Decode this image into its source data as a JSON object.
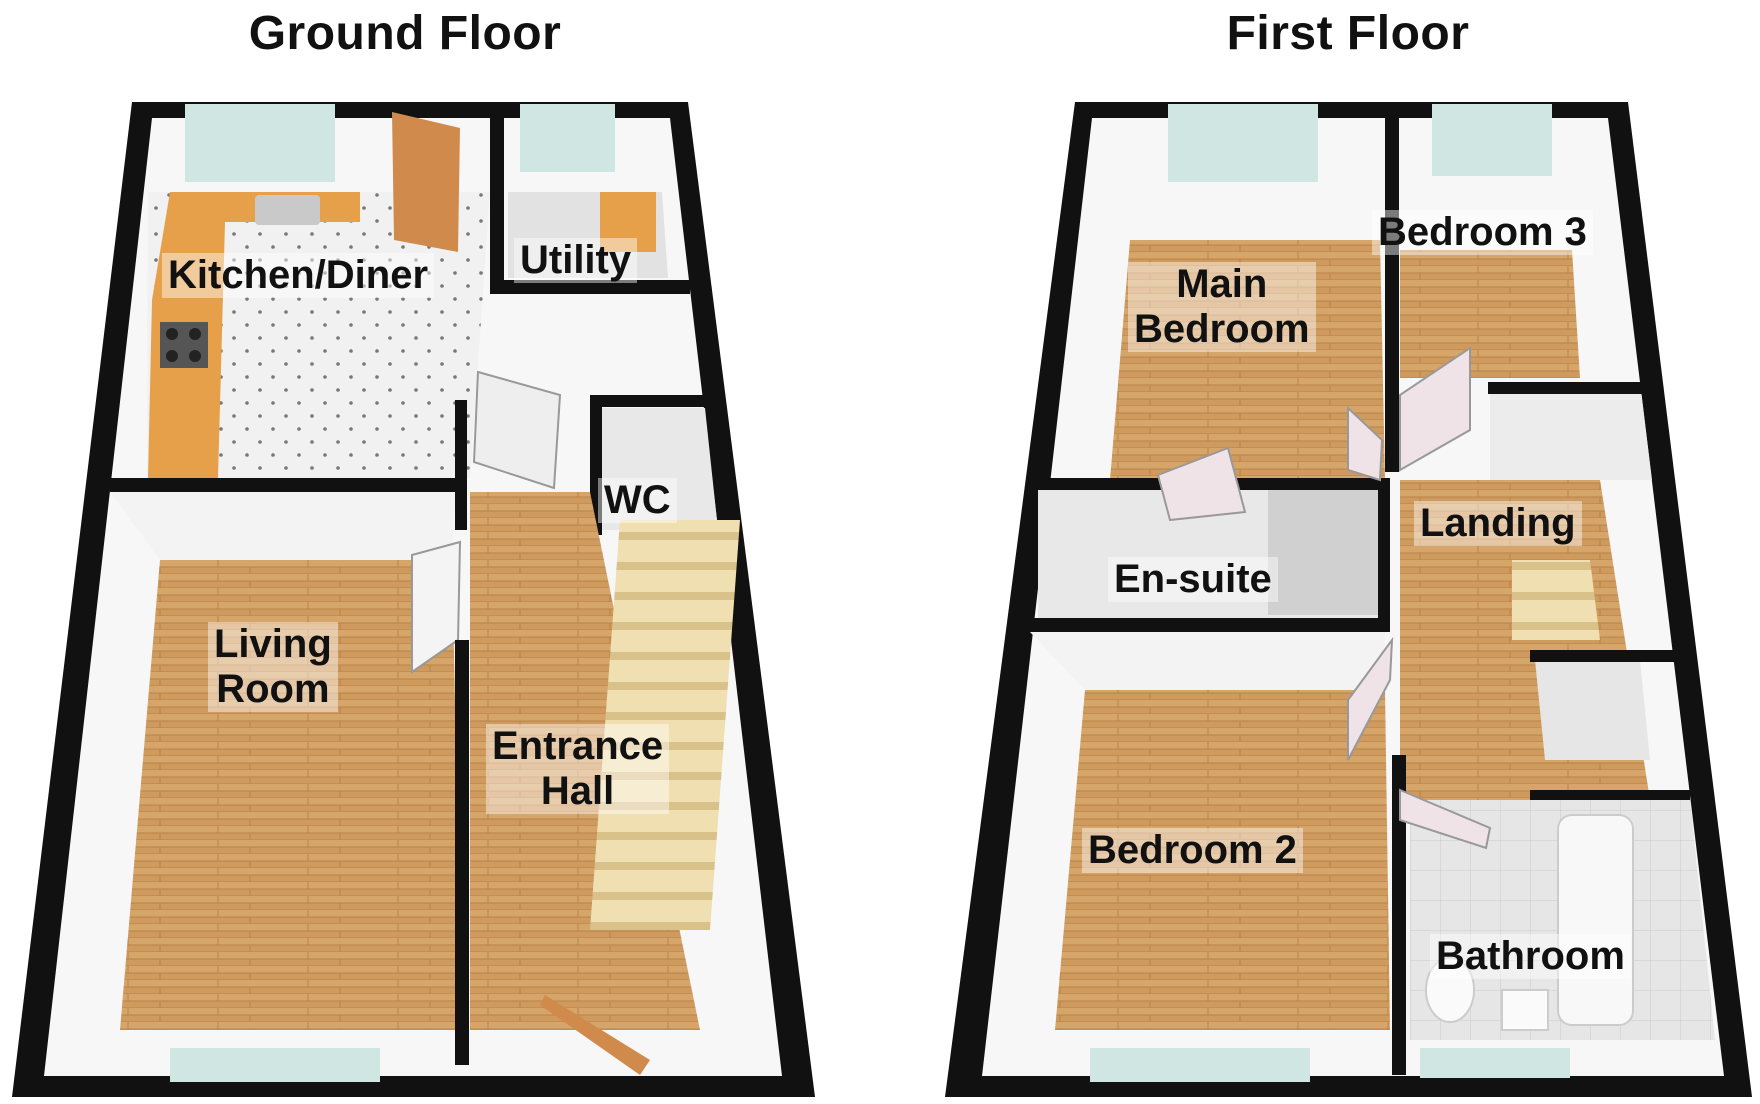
{
  "floors": [
    {
      "title": "Ground Floor",
      "rooms": [
        {
          "key": "kitchen",
          "lines": [
            "Kitchen/Diner"
          ]
        },
        {
          "key": "utility",
          "lines": [
            "Utility"
          ]
        },
        {
          "key": "wc",
          "lines": [
            "WC"
          ]
        },
        {
          "key": "living",
          "lines": [
            "Living",
            "Room"
          ]
        },
        {
          "key": "hall",
          "lines": [
            "Entrance",
            "Hall"
          ]
        }
      ]
    },
    {
      "title": "First Floor",
      "rooms": [
        {
          "key": "main_bedroom",
          "lines": [
            "Main",
            "Bedroom"
          ]
        },
        {
          "key": "bedroom3",
          "lines": [
            "Bedroom 3"
          ]
        },
        {
          "key": "landing",
          "lines": [
            "Landing"
          ]
        },
        {
          "key": "ensuite",
          "lines": [
            "En-suite"
          ]
        },
        {
          "key": "bedroom2",
          "lines": [
            "Bedroom 2"
          ]
        },
        {
          "key": "bathroom",
          "lines": [
            "Bathroom"
          ]
        }
      ]
    }
  ],
  "colors": {
    "wall": "#111111",
    "wood_floor": "#cf9a5e",
    "tile_floor": "#eeeeee",
    "bath_tile": "#e4e4e4",
    "window": "#cfe6e3",
    "worktop": "#e6a04a",
    "door": "#d08a4c"
  }
}
